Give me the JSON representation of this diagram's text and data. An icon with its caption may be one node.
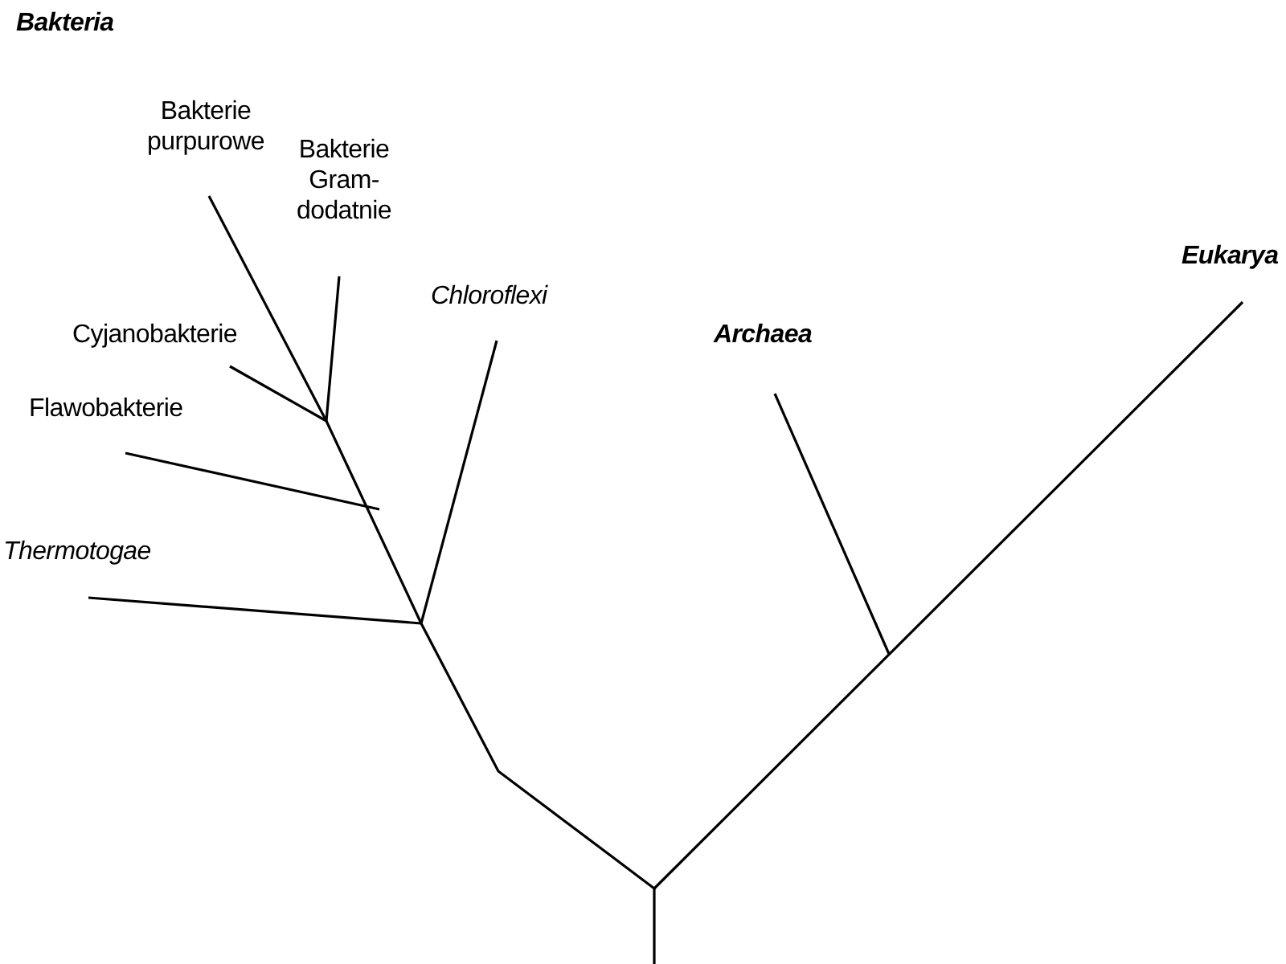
{
  "diagram": {
    "labels": [
      "Bakteria",
      "Bakterie purpurowe",
      "Bakterie Gram-dodatnie",
      "Chloroflexi",
      "Cyjanobakterie",
      "Flawobakterie",
      "Thermotogae",
      "Archaea",
      "Eukarya"
    ]
  }
}
